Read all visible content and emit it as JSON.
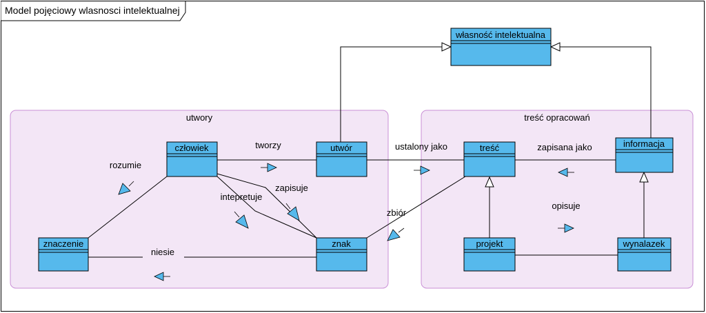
{
  "diagram": {
    "title": "Model pojęciowy wlasnosci intelektualnej",
    "packages": {
      "utwory": "utwory",
      "tresc_opracowan": "treść opracowań"
    },
    "classes": {
      "wlasnosc": "własność intelektualna",
      "czlowiek": "człowiek",
      "utwor": "utwór",
      "znaczenie": "znaczenie",
      "znak": "znak",
      "tresc": "treść",
      "informacja": "informacja",
      "projekt": "projekt",
      "wynalazek": "wynalazek"
    },
    "associations": {
      "tworzy": "tworzy",
      "rozumie": "rozumie",
      "zapisuje": "zapisuje",
      "intepretuje": "intepretuje",
      "niesie": "niesie",
      "ustalony_jako": "ustalony jako",
      "zbior": "zbiór",
      "zapisana_jako": "zapisana jako",
      "opisuje": "opisuje"
    },
    "colors": {
      "class_fill": "#56B9EC",
      "package_fill": "#F3E6F6",
      "package_border": "#C98FD6",
      "arrow_fill": "#56B9EC",
      "line": "#000000"
    }
  }
}
